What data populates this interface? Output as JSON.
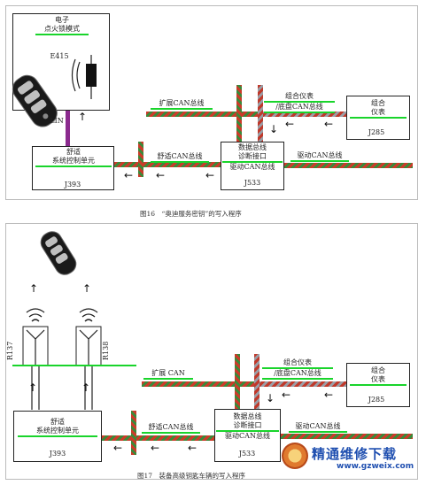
{
  "fig16": {
    "ignition_box": {
      "line1": "电子",
      "line2": "点火锁模式",
      "code": "E415"
    },
    "lin_label": "LIN",
    "comfort_box": {
      "line1": "舒适",
      "line2": "系统控制单元",
      "code": "J393"
    },
    "gateway_box": {
      "line1": "数据总线",
      "line2": "诊断接口",
      "line3": "驱动CAN总线",
      "code": "J533"
    },
    "cluster_box": {
      "line1": "组合",
      "line2": "仪表",
      "code": "J285"
    },
    "ext_can": "扩展CAN总线",
    "cluster_chassis_can_1": "组合仪表",
    "cluster_chassis_can_2": "/底盘CAN总线",
    "comfort_can": "舒适CAN总线",
    "drive_can": "驱动CAN总线",
    "caption": "图16　“奥迪服务密钥”的写入程序"
  },
  "fig17": {
    "antenna_left": "R137",
    "antenna_right": "R138",
    "comfort_box": {
      "line1": "舒适",
      "line2": "系统控制单元",
      "code": "J393"
    },
    "gateway_box": {
      "line1": "数据总线",
      "line2": "诊断接口",
      "line3": "驱动CAN总线",
      "code": "J533"
    },
    "cluster_box": {
      "line1": "组合",
      "line2": "仪表",
      "code": "J285"
    },
    "ext_can": "扩展 CAN",
    "cluster_chassis_can_1": "组合仪表",
    "cluster_chassis_can_2": "/底盘CAN总线",
    "comfort_can": "舒适CAN总线",
    "drive_can": "驱动CAN总线",
    "caption": "图17　装备高级钥匙车辆的写入程序"
  },
  "watermark": {
    "text": "精通维修下载",
    "url": "www.gzweix.com"
  }
}
